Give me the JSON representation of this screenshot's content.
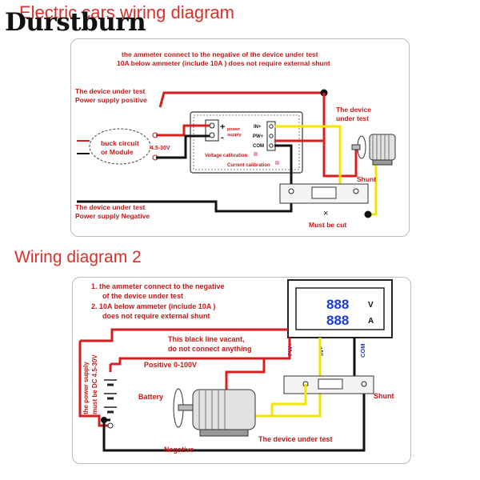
{
  "brand": "Durstburn",
  "diagram1": {
    "title": "Electric cars wiring diagram",
    "note_line1": "the ammeter connect to the negative of the device under test",
    "note_line2": "10A below ammeter (include 10A ) does not require external shunt",
    "dut_positive_line1": "The device under test",
    "dut_positive_line2": "Power supply positive",
    "buck_line1": "buck circuit",
    "buck_line2": "or Module",
    "buck_voltage": "4.5-30V",
    "power_supply_line1": "power",
    "power_supply_line2": "supply",
    "plus_sign": "+",
    "minus_sign": "-",
    "in_plus": "IN+",
    "pw_plus": "PW+",
    "com": "COM",
    "voltage_calibration": "Voltage calibration",
    "current_calibration": "Current calibration",
    "device_under_test_line1": "The device",
    "device_under_test_line2": "under test",
    "shunt": "Shunt",
    "dut_negative_line1": "The device under test",
    "dut_negative_line2": "Power supply Negative",
    "must_be_cut": "Must be cut",
    "cut_mark": "×"
  },
  "diagram2": {
    "title": "Wiring diagram 2",
    "note_line1": "1. the ammeter connect to the negative",
    "note_line2": "of the device under test",
    "note_line3": "2. 10A below ammeter (include 10A )",
    "note_line4": "does not require external shunt",
    "meter_unit_v": "V",
    "meter_unit_a": "A",
    "meter_digits": "888",
    "black_line_line1": "This black line vacant,",
    "black_line_line2": "do not connect anything",
    "pw_plus": "PW+",
    "in_plus": "IN+",
    "com": "COM",
    "positive_range": "Positive 0-100V",
    "vertical_label_line1": "the power supply",
    "vertical_label_line2": "must be DC 4.5-30V",
    "battery": "Battery",
    "shunt": "Shunt",
    "device_under_test": "The device under test",
    "negative": "Negative"
  },
  "colors": {
    "red_wire": "#d81e1e",
    "black_wire": "#111111",
    "yellow_wire": "#f2e600",
    "title_red": "#d9302a",
    "label_red": "#c41a1a",
    "meter_blue": "#1a3bd6"
  }
}
